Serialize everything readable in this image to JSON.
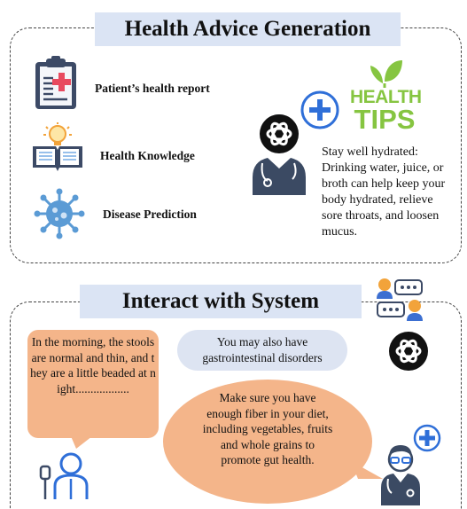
{
  "section1": {
    "title": "Health Advice Generation",
    "inputs": [
      {
        "label": "Patient’s health report",
        "icon": "clipboard-report-icon"
      },
      {
        "label": "Health Knowledge",
        "icon": "open-book-bulb-icon"
      },
      {
        "label": "Disease Prediction",
        "icon": "virus-icon"
      }
    ],
    "health_tips_logo": {
      "line1": "HEALTH",
      "line2": "TIPS"
    },
    "advice_text": "Stay well hydrated: Drinking water, juice, or broth can help keep your body hydrated, relieve sore throats, and loosen mucus."
  },
  "section2": {
    "title": "Interact with System",
    "patient_message": "In the morning, the stools are normal and thin, and they are a little beaded at night..................",
    "system_reply_1": "You may also have gastrointestinal disorders",
    "system_reply_2": "Make sure you have enough fiber in your diet, including vegetables, fruits and whole grains to promote gut health."
  },
  "colors": {
    "title_bg": "#dbe4f4",
    "patient_bubble": "#f4b58a",
    "system_bubble_1": "#dde4f2",
    "system_bubble_2": "#f4b58a",
    "tips_green": "#86c541",
    "doctor_navy": "#3b4a63",
    "plus_blue": "#2f6fd8"
  }
}
